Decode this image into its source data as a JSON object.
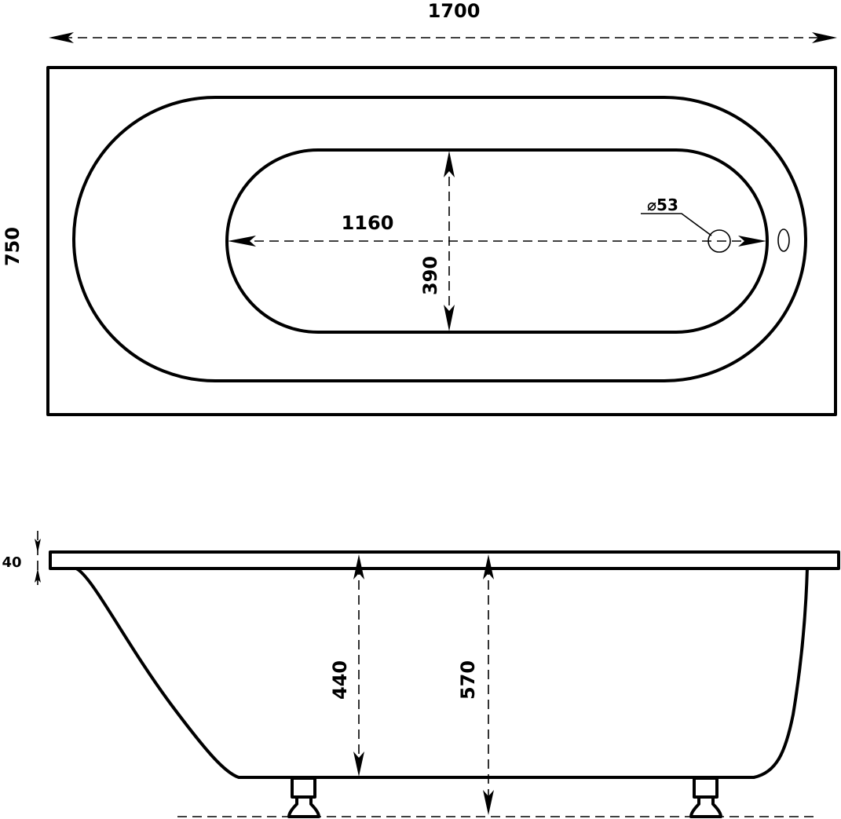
{
  "drawing": {
    "top_view": {
      "overall_length": "1700",
      "overall_width": "750",
      "basin_length": "1160",
      "basin_width": "390",
      "drain_diameter": "⌀53"
    },
    "side_view": {
      "rim_thickness": "40",
      "inner_depth": "440",
      "total_height": "570"
    },
    "line_color": "#000000",
    "background": "#ffffff"
  }
}
